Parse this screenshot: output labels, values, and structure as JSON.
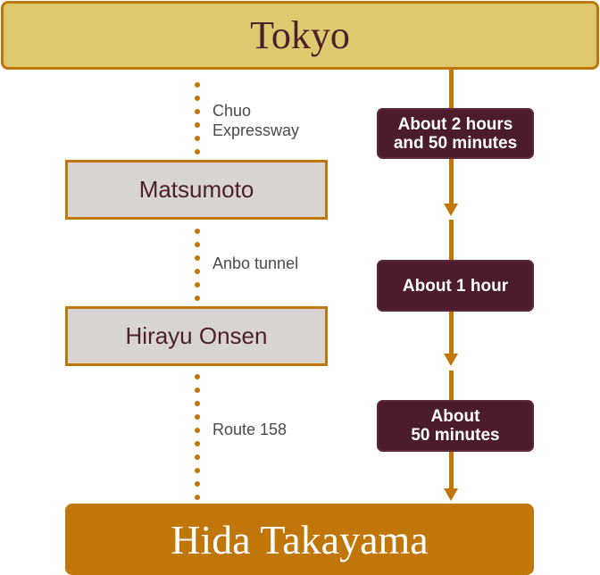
{
  "colors": {
    "accent": "#c07608",
    "origin_fill": "#dec96e",
    "station_fill": "#d7d4d2",
    "time_fill": "#4d1c2c",
    "text_dark": "#4e1f2c"
  },
  "origin": {
    "label": "Tokyo"
  },
  "stations": [
    {
      "label": "Matsumoto"
    },
    {
      "label": "Hirayu Onsen"
    }
  ],
  "destination": {
    "label": "Hida Takayama"
  },
  "segments": [
    {
      "road_line1": "Chuo",
      "road_line2": "Expressway",
      "time_line1": "About 2 hours",
      "time_line2": "and 50 minutes"
    },
    {
      "road_line1": "Anbo tunnel",
      "time_line1": "About 1 hour"
    },
    {
      "road_line1": "Route 158",
      "time_line1": "About",
      "time_line2": "50 minutes"
    }
  ]
}
